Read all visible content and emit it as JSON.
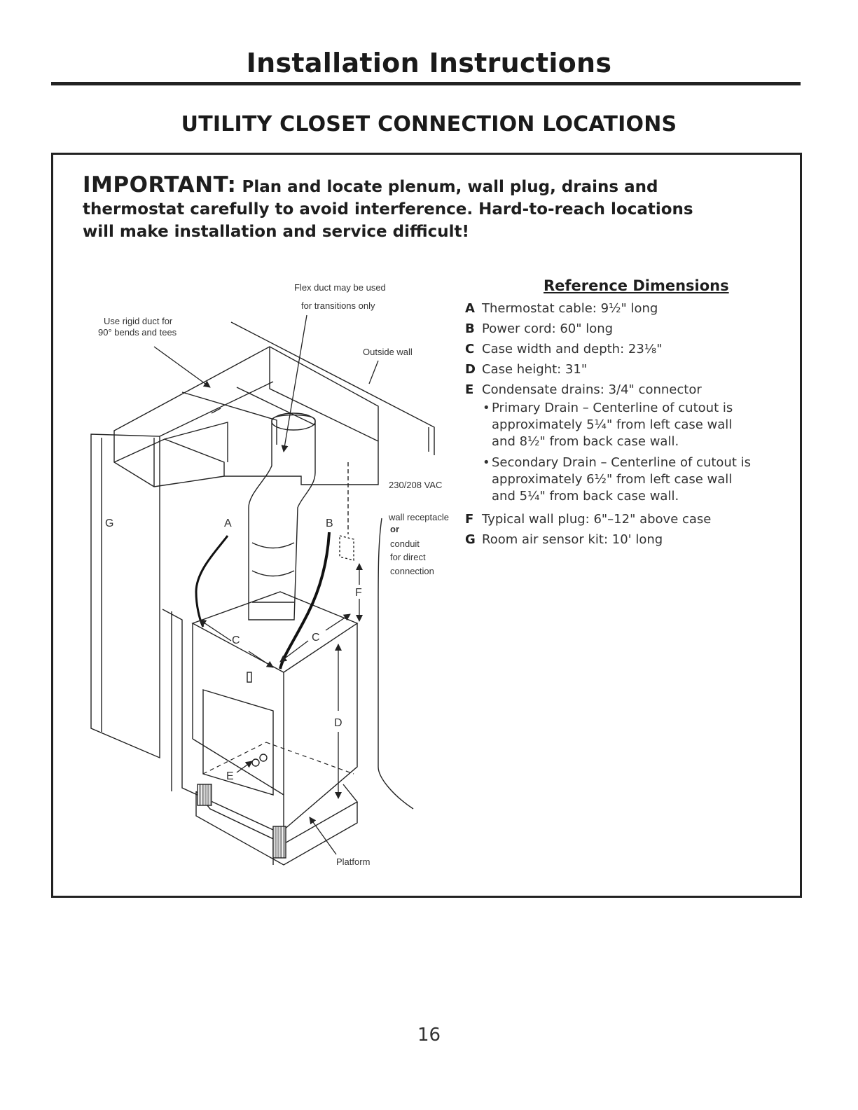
{
  "header": {
    "title": "Installation Instructions"
  },
  "section": {
    "title": "UTILITY CLOSET CONNECTION LOCATIONS"
  },
  "important": {
    "lead": "IMPORTANT:",
    "text": "Plan and locate plenum, wall plug, drains and thermostat carefully to avoid interference. Hard-to-reach locations will make installation and service difficult!"
  },
  "diagram": {
    "labels": {
      "rigid_duct": [
        "Use rigid duct for",
        "90° bends and tees"
      ],
      "flex_duct": [
        "Flex duct may be used",
        "for transitions only"
      ],
      "outside_wall": "Outside wall",
      "receptacle": [
        "230/208 VAC",
        "wall receptacle",
        "or",
        "conduit",
        "for direct",
        "connection"
      ],
      "platform": "Platform",
      "letters": {
        "a": "A",
        "b": "B",
        "c": "C",
        "d": "D",
        "e": "E",
        "f": "F",
        "g": "G"
      }
    }
  },
  "reference": {
    "heading": "Reference Dimensions",
    "items": [
      {
        "letter": "A",
        "text": "Thermostat cable: 9½\" long"
      },
      {
        "letter": "B",
        "text": "Power cord: 60\" long"
      },
      {
        "letter": "C",
        "text": "Case width and depth: 23⅛\""
      },
      {
        "letter": "D",
        "text": "Case height: 31\""
      },
      {
        "letter": "E",
        "text": "Condensate drains: 3/4\" connector"
      },
      {
        "letter": "F",
        "text": "Typical wall plug: 6\"–12\" above case"
      },
      {
        "letter": "G",
        "text": "Room air sensor kit: 10' long"
      }
    ],
    "sub_items": [
      {
        "bullet": "•",
        "lines": [
          "Primary Drain – Centerline of cutout is",
          "approximately 5¼\" from left case wall",
          "and 8½\" from back case wall."
        ]
      },
      {
        "bullet": "•",
        "lines": [
          "Secondary Drain – Centerline of cutout is",
          "approximately 6½\" from left case wall",
          "and 5¼\" from back case wall."
        ]
      }
    ]
  },
  "footer": {
    "page_number": "16"
  }
}
